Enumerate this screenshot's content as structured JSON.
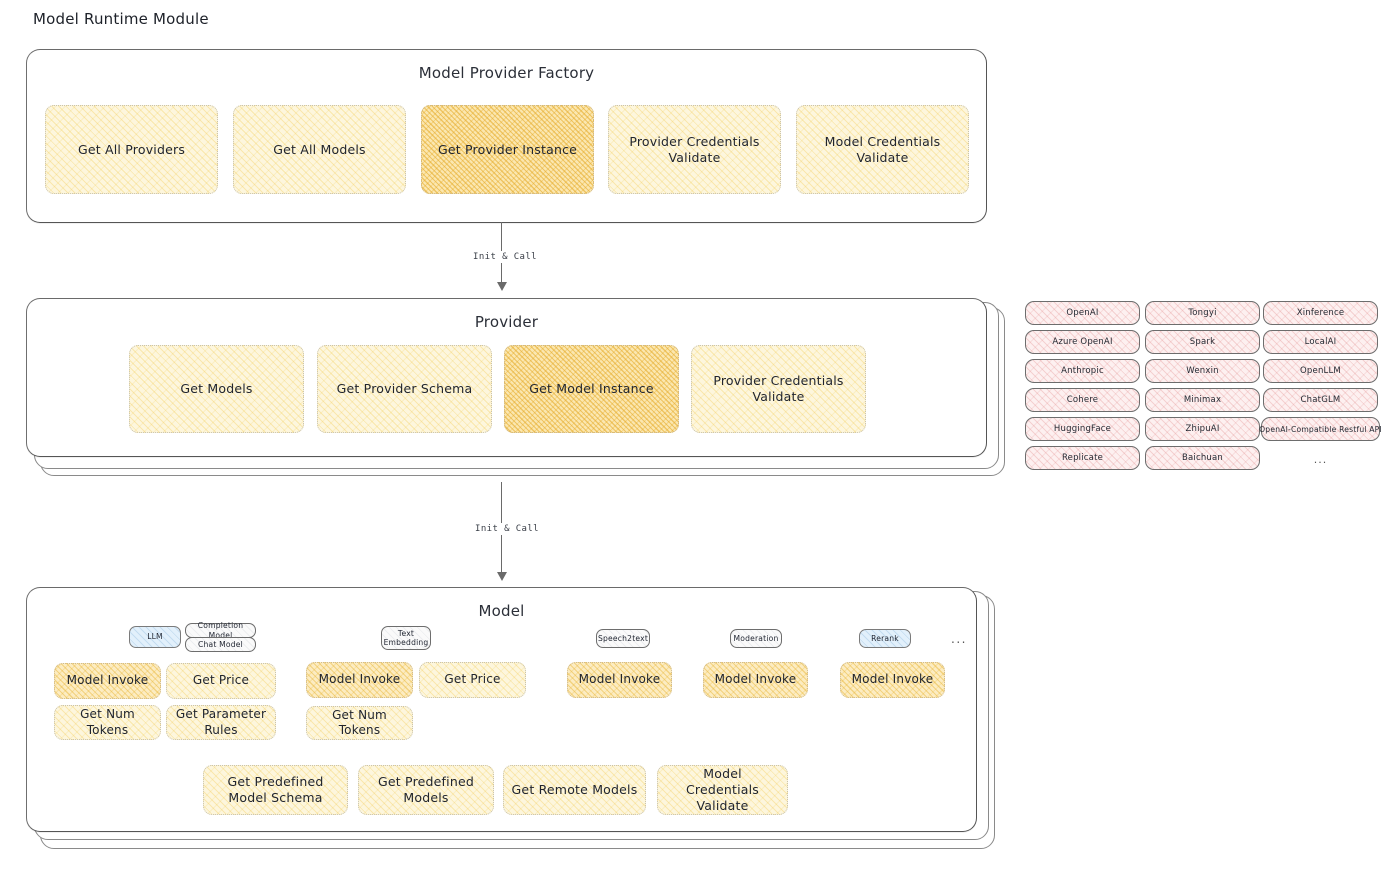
{
  "page": {
    "title": "Model Runtime Module"
  },
  "sections": {
    "factory": {
      "title": "Model Provider Factory",
      "blocks": [
        {
          "label": "Get All Providers",
          "highlight": false
        },
        {
          "label": "Get All Models",
          "highlight": false
        },
        {
          "label": "Get Provider Instance",
          "highlight": true
        },
        {
          "label": "Provider Credentials Validate",
          "highlight": false
        },
        {
          "label": "Model Credentials Validate",
          "highlight": false
        }
      ]
    },
    "provider": {
      "title": "Provider",
      "blocks": [
        {
          "label": "Get Models",
          "highlight": false
        },
        {
          "label": "Get Provider Schema",
          "highlight": false
        },
        {
          "label": "Get Model Instance",
          "highlight": true
        },
        {
          "label": "Provider Credentials Validate",
          "highlight": false
        }
      ]
    },
    "model": {
      "title": "Model",
      "groups": [
        {
          "badge": "LLM",
          "badge_style": "blue",
          "sub_badges": [
            "Completion Model",
            "Chat Model"
          ],
          "blocks": [
            {
              "label": "Model Invoke",
              "highlight": true
            },
            {
              "label": "Get Price",
              "highlight": false
            },
            {
              "label": "Get Num Tokens",
              "highlight": false
            },
            {
              "label": "Get Parameter Rules",
              "highlight": false
            }
          ]
        },
        {
          "badge": "Text Embedding",
          "badge_style": "plain",
          "sub_badges": [],
          "blocks": [
            {
              "label": "Model Invoke",
              "highlight": true
            },
            {
              "label": "Get Price",
              "highlight": false
            },
            {
              "label": "Get Num Tokens",
              "highlight": false
            }
          ]
        },
        {
          "badge": "Speech2text",
          "badge_style": "plain",
          "sub_badges": [],
          "blocks": [
            {
              "label": "Model Invoke",
              "highlight": false
            }
          ]
        },
        {
          "badge": "Moderation",
          "badge_style": "plain",
          "sub_badges": [],
          "blocks": [
            {
              "label": "Model Invoke",
              "highlight": false
            }
          ]
        },
        {
          "badge": "Rerank",
          "badge_style": "blue",
          "sub_badges": [],
          "blocks": [
            {
              "label": "Model Invoke",
              "highlight": false
            }
          ]
        }
      ],
      "more_indicator": "...",
      "shared_blocks": [
        {
          "label": "Get Predefined Model Schema"
        },
        {
          "label": "Get Predefined Models"
        },
        {
          "label": "Get Remote Models"
        },
        {
          "label": "Model Credentials Validate"
        }
      ]
    }
  },
  "arrows": [
    {
      "label": "Init & Call"
    },
    {
      "label": "Init & Call"
    }
  ],
  "providers": {
    "columns": [
      [
        "OpenAI",
        "Azure OpenAI",
        "Anthropic",
        "Cohere",
        "HuggingFace",
        "Replicate"
      ],
      [
        "Tongyi",
        "Spark",
        "Wenxin",
        "Minimax",
        "ZhipuAI",
        "Baichuan"
      ],
      [
        "Xinference",
        "LocalAI",
        "OpenLLM",
        "ChatGLM",
        "OpenAI-Compatible Restful API",
        "..."
      ]
    ]
  },
  "colors": {
    "highlight_fill": "#fbe7b0",
    "normal_fill": "#fdf6dd",
    "provider_chip_fill": "#fdf0f0",
    "badge_blue": "#e2f0fb",
    "stroke": "#4a4a4a"
  }
}
